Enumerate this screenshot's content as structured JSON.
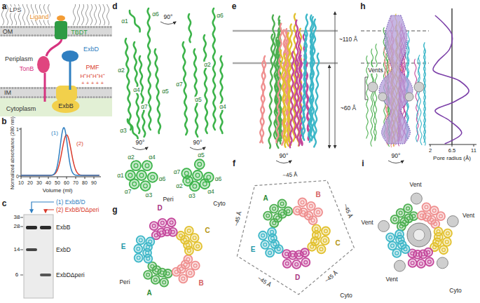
{
  "diagram": {
    "nodes": [
      {
        "text": [
          "ExbB"
        ]
      }
    ],
    "labels": [
      "a",
      "LPS",
      "Ligand",
      "OM",
      "TBDT",
      "Periplasm",
      "TonB",
      "ExbD",
      "PMF",
      "H⁺H⁺H⁺H⁺",
      "+ + + + +",
      "IM",
      "Cytoplasm",
      "b",
      "1",
      "0",
      "Normalized absorbance (280 nm)",
      "10",
      "20",
      "30",
      "40",
      "50",
      "60",
      "70",
      "80",
      "90",
      "Volume (ml)",
      "(1)",
      "(2)",
      "c",
      "38",
      "28",
      "14",
      "6",
      "(1) ExbB/D",
      "(2) ExbB/DΔperi",
      "ExbB",
      "ExbD",
      "ExbDΔperi",
      "d",
      "α1",
      "α6",
      "α2",
      "α4",
      "α7",
      "α5",
      "α3",
      "90°",
      "α6",
      "α2",
      "α7",
      "α5",
      "α4",
      "90°",
      "90°",
      "α2",
      "α4",
      "α1",
      "α6",
      "α7",
      "α3",
      "Peri",
      "α5",
      "α7",
      "α2",
      "α6",
      "α4",
      "α3",
      "Cyto",
      "g",
      "D",
      "C",
      "E",
      "Peri",
      "B",
      "A",
      "e",
      "~110 Å",
      "~60 Å",
      "90°",
      "f",
      "~45 Å",
      "A",
      "B",
      "~45 Å",
      "~45 Å",
      "C",
      "E",
      "~45 Å",
      "~45 Å",
      "D",
      "Cyto",
      "h",
      "Vents",
      "2",
      "6.5",
      "11",
      "Pore radius (Å)",
      "90°",
      "i",
      "Vent",
      "Vent",
      "Vent",
      "Vent",
      "Cyto"
    ]
  }
}
